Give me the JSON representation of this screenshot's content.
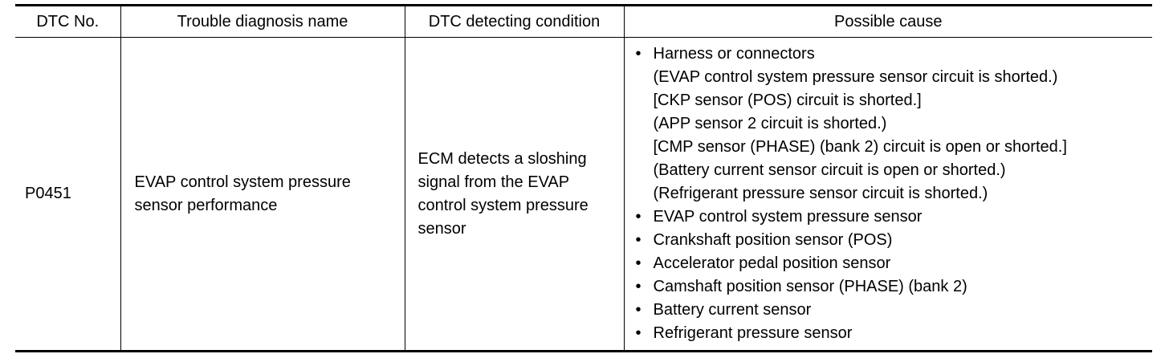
{
  "table": {
    "headers": {
      "code": "DTC No.",
      "name": "Trouble diagnosis name",
      "condition": "DTC detecting condition",
      "cause": "Possible cause"
    },
    "row": {
      "code": "P0451",
      "name": "EVAP control system pressure sensor performance",
      "condition": "ECM detects a sloshing signal from the EVAP control system pressure sensor",
      "causes": [
        {
          "text": "Harness or connectors",
          "details": [
            "(EVAP control system pressure sensor circuit is shorted.)",
            "[CKP sensor (POS) circuit is shorted.]",
            "(APP sensor 2 circuit is shorted.)",
            "[CMP sensor (PHASE) (bank 2) circuit is open or shorted.]",
            "(Battery current sensor circuit is open or shorted.)",
            "(Refrigerant pressure sensor circuit is shorted.)"
          ]
        },
        {
          "text": "EVAP control system pressure sensor"
        },
        {
          "text": "Crankshaft position sensor (POS)"
        },
        {
          "text": "Accelerator pedal position sensor"
        },
        {
          "text": "Camshaft position sensor (PHASE) (bank 2)"
        },
        {
          "text": "Battery current sensor"
        },
        {
          "text": "Refrigerant pressure sensor"
        }
      ]
    }
  }
}
